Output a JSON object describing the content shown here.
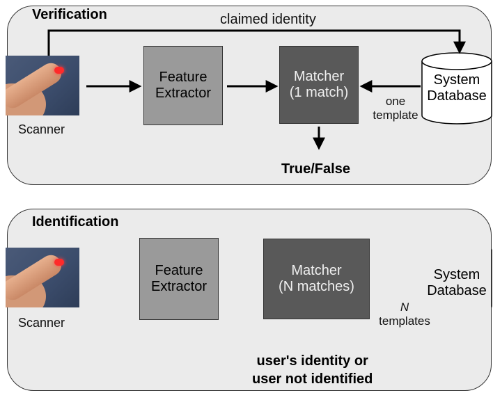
{
  "verification": {
    "title": "Verification",
    "scanner_label": "Scanner",
    "extractor_label": [
      "Feature",
      "Extractor"
    ],
    "matcher_label": [
      "Matcher",
      "(1 match)"
    ],
    "database_label": [
      "System",
      "Database"
    ],
    "claimed_label": "claimed identity",
    "template_label": [
      "one",
      "template"
    ],
    "output_label": "True/False"
  },
  "identification": {
    "title": "Identification",
    "scanner_label": "Scanner",
    "extractor_label": [
      "Feature",
      "Extractor"
    ],
    "matcher_label": [
      "Matcher",
      "(N matches)"
    ],
    "database_label": [
      "System",
      "Database"
    ],
    "template_label": [
      "N",
      "templates"
    ],
    "output_label": [
      "user's identity or",
      "user not identified"
    ]
  },
  "colors": {
    "panel_bg": "#ebebeb",
    "extractor_fill": "#9a9a9a",
    "matcher_fill": "#595959"
  }
}
